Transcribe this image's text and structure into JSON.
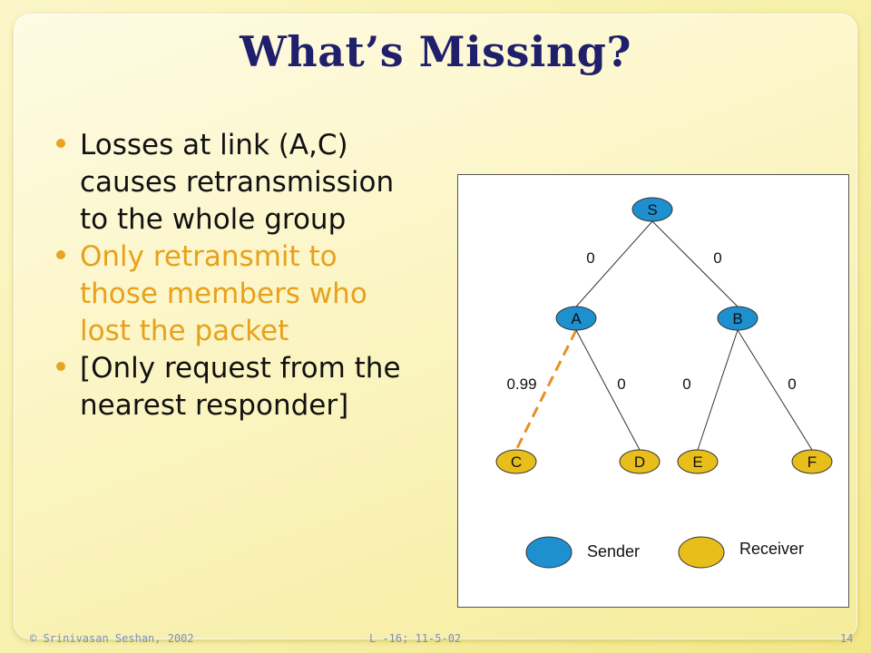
{
  "slide": {
    "title": "What’s Missing?",
    "bullets": [
      {
        "text": "Losses at link (A,C) causes retransmission to the whole group",
        "highlight": false
      },
      {
        "text": "Only retransmit to those members who lost the packet",
        "highlight": true
      },
      {
        "text": "[Only request from the nearest responder]",
        "highlight": false
      }
    ],
    "footer": {
      "copyright": "© Srinivasan Seshan, 2002",
      "lecture": "L -16; 11-5-02",
      "page": "14"
    }
  },
  "diagram": {
    "nodes": [
      {
        "id": "S",
        "label": "S",
        "role": "sender"
      },
      {
        "id": "A",
        "label": "A",
        "role": "router"
      },
      {
        "id": "B",
        "label": "B",
        "role": "router"
      },
      {
        "id": "C",
        "label": "C",
        "role": "receiver"
      },
      {
        "id": "D",
        "label": "D",
        "role": "receiver"
      },
      {
        "id": "E",
        "label": "E",
        "role": "receiver"
      },
      {
        "id": "F",
        "label": "F",
        "role": "receiver"
      }
    ],
    "links": [
      {
        "from": "S",
        "to": "A",
        "loss": "0",
        "style": "solid"
      },
      {
        "from": "S",
        "to": "B",
        "loss": "0",
        "style": "solid"
      },
      {
        "from": "A",
        "to": "C",
        "loss": "0.99",
        "style": "dashed"
      },
      {
        "from": "A",
        "to": "D",
        "loss": "0",
        "style": "solid"
      },
      {
        "from": "B",
        "to": "E",
        "loss": "0",
        "style": "solid"
      },
      {
        "from": "B",
        "to": "F",
        "loss": "0",
        "style": "solid"
      }
    ],
    "legend": {
      "sender_label": "Sender",
      "receiver_label": "Receiver"
    },
    "colors": {
      "sender": "#1e90d0",
      "receiver": "#e8be1a",
      "lossy_link": "#e8902a",
      "link": "#333333"
    }
  }
}
